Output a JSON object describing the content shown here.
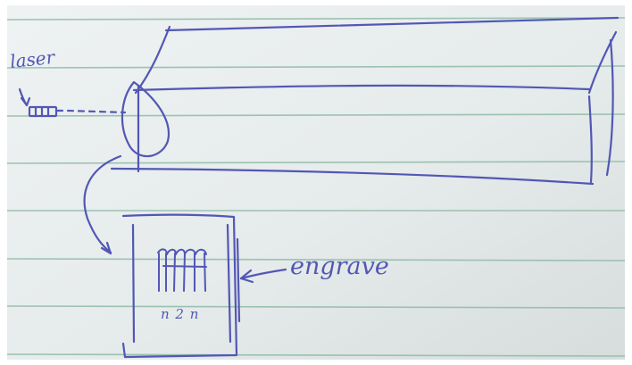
{
  "labels": {
    "laser": "laser",
    "engrave": "engrave",
    "chip_marks": "n 2 n"
  },
  "colors": {
    "paper": "#e7ecec",
    "paper_shadow": "#d5dcdb",
    "rule_line": "#8fbba8",
    "ink": "#5257b5",
    "ink_dark": "#3d4299",
    "frame": "#ffffff"
  }
}
